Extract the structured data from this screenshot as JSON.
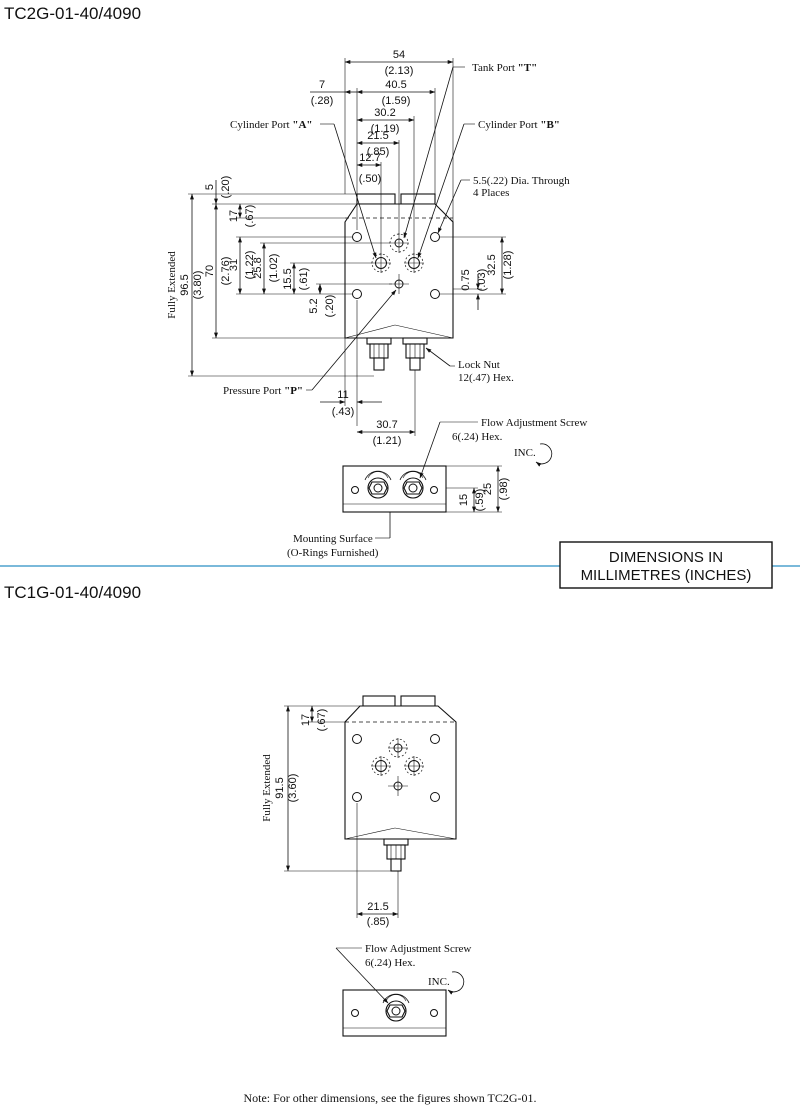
{
  "top_view": {
    "title": "TC2G-01-40/4090",
    "dims": {
      "w54": "54",
      "w54_in": "(2.13)",
      "w7": "7",
      "w7_in": "(.28)",
      "w40_5": "40.5",
      "w40_5_in": "(1.59)",
      "w30_2": "30.2",
      "w30_2_in": "(1.19)",
      "w21_5": "21.5",
      "w21_5_in": "(.85)",
      "w12_7": "12.7",
      "w12_7_in": "(.50)",
      "h5": "5",
      "h5_in": "(.20)",
      "h17": "17",
      "h17_in": "(.67)",
      "h96_5": "96.5",
      "h96_5_in": "(3.80)",
      "h70": "70",
      "h70_in": "(2.76)",
      "h31": "31",
      "h31_in": "(1.22)",
      "h25_8": "25.8",
      "h25_8_in": "(1.02)",
      "h15_5": "15.5",
      "h15_5_in": "(.61)",
      "h5_2": "5.2",
      "h5_2_in": "(.20)",
      "h0_75": "0.75",
      "h0_75_in": "(.03)",
      "h32_5": "32.5",
      "h32_5_in": "(1.28)",
      "w11": "11",
      "w11_in": "(.43)",
      "w30_7": "30.7",
      "w30_7_in": "(1.21)",
      "e15": "15",
      "e15_in": "(.59)",
      "e25": "25",
      "e25_in": "(.98)"
    },
    "labels": {
      "fully_extended": "Fully Extended",
      "tank_port_prefix": "Tank Port ",
      "tank_port_letter": "\"T\"",
      "cylA_prefix": "Cylinder Port ",
      "cylA_letter": "\"A\"",
      "cylB_prefix": "Cylinder Port ",
      "cylB_letter": "\"B\"",
      "bolt_hole_1": "5.5(.22) Dia. Through",
      "bolt_hole_2": "4 Places",
      "pressure_prefix": "Pressure Port ",
      "pressure_letter": "\"P\"",
      "lock_nut_1": "Lock Nut",
      "lock_nut_2": "12(.47) Hex.",
      "flow_screw_1": "Flow Adjustment Screw",
      "flow_screw_2": "6(.24) Hex.",
      "inc": "INC.",
      "mounting_1": "Mounting Surface",
      "mounting_2": "(O-Rings Furnished)"
    }
  },
  "units_box": {
    "line1": "DIMENSIONS IN",
    "line2": "MILLIMETRES (INCHES)"
  },
  "bottom_view": {
    "title": "TC1G-01-40/4090",
    "dims": {
      "h17": "17",
      "h17_in": "(.67)",
      "h91_5": "91.5",
      "h91_5_in": "(3.60)",
      "w21_5": "21.5",
      "w21_5_in": "(.85)"
    },
    "labels": {
      "fully_extended": "Fully Extended",
      "flow_screw_1": "Flow Adjustment Screw",
      "flow_screw_2": "6(.24) Hex.",
      "inc": "INC."
    }
  },
  "note": "Note: For other dimensions, see the figures shown TC2G-01.",
  "colors": {
    "separator": "#2a8fc4",
    "ink": "#111111"
  }
}
